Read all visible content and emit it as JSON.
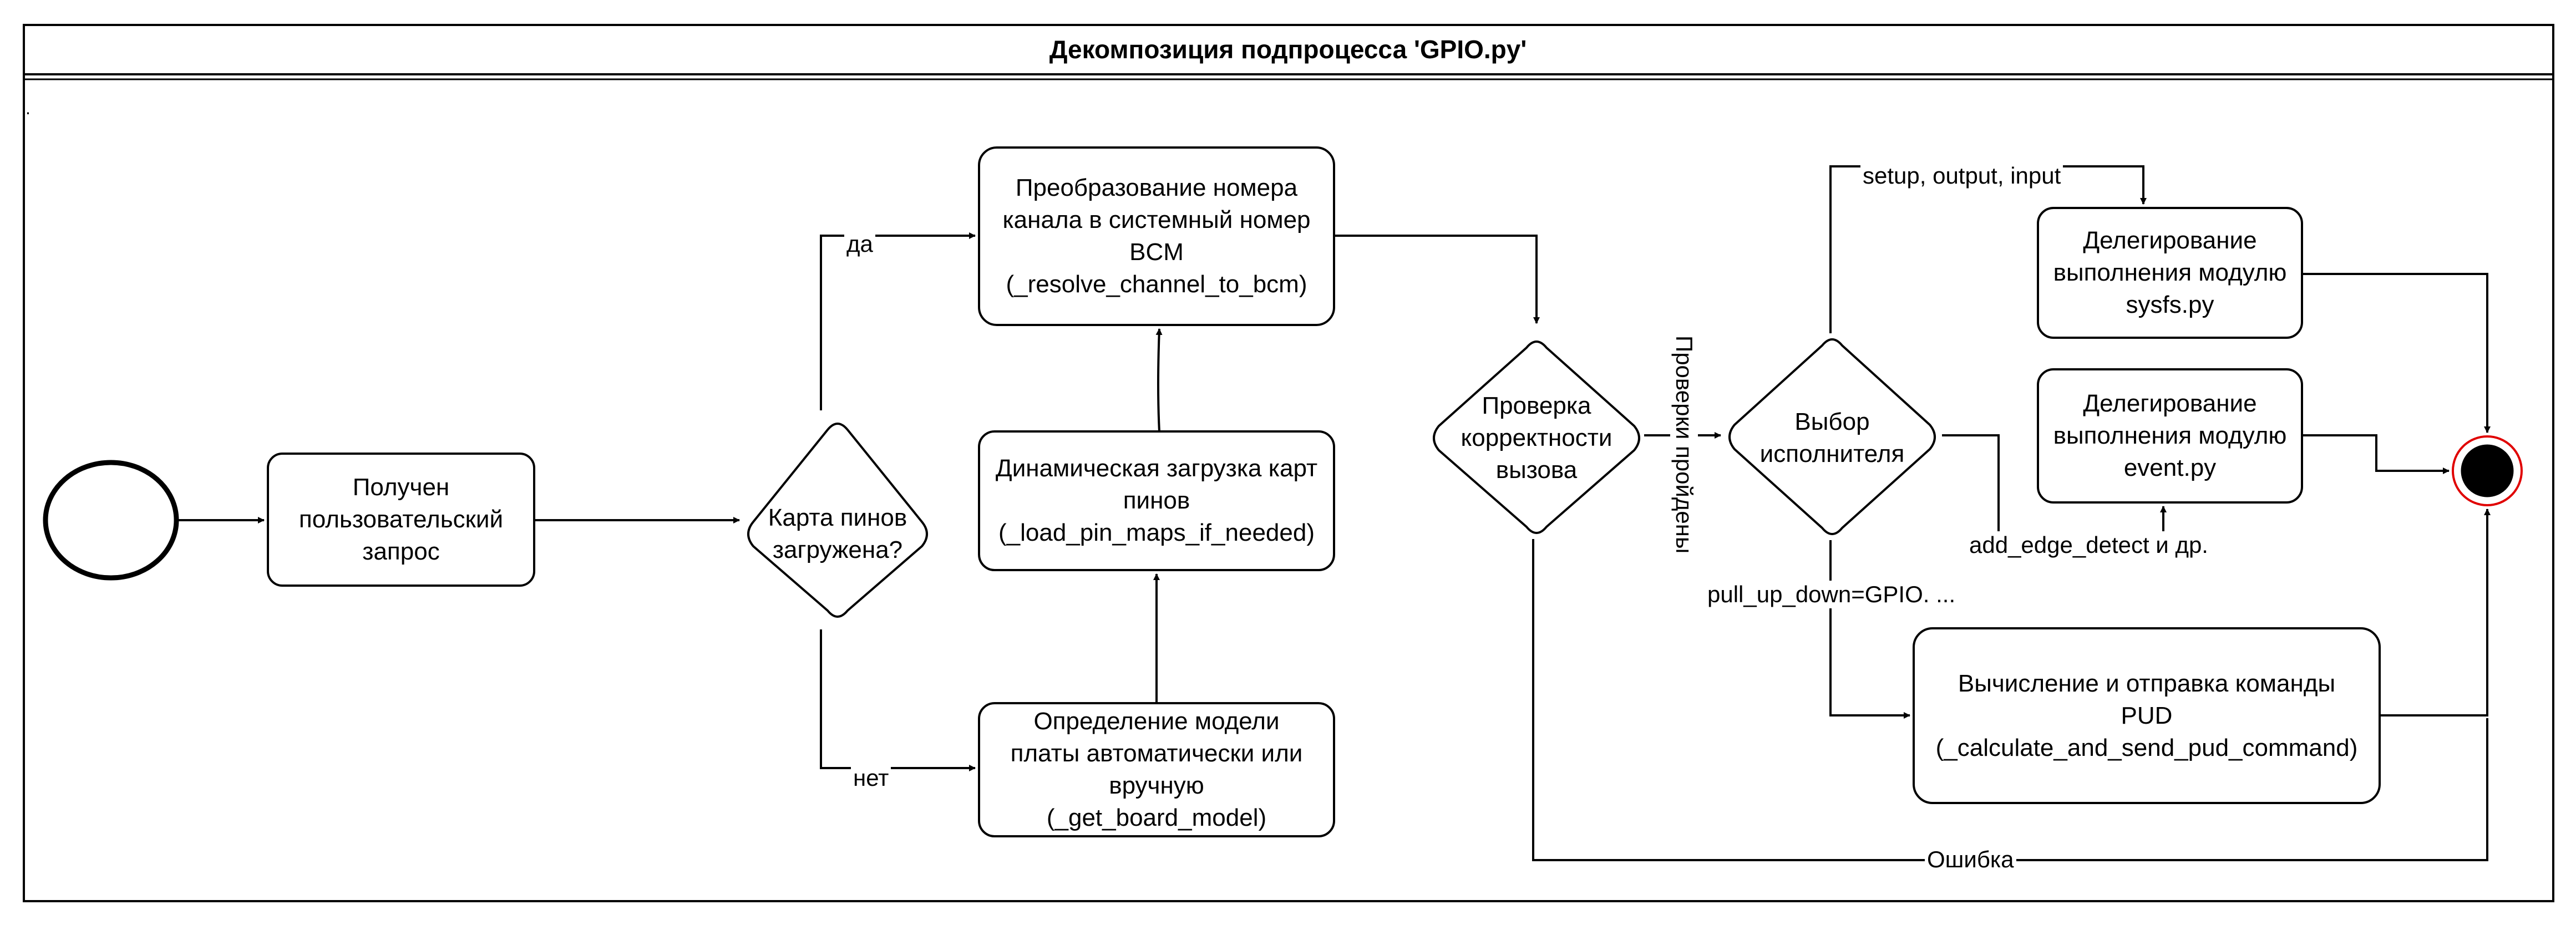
{
  "title": "Декомпозиция подпроцесса 'GPIO.py'",
  "stray_mark": ".",
  "nodes": {
    "received_request": "Получен\nпользовательский\nзапрос",
    "pin_map_loaded": "Карта пинов\nзагружена?",
    "resolve_channel": "Преобразование номера\nканала в системный номер\nBCM\n(_resolve_channel_to_bcm)",
    "load_pin_maps": "Динамическая загрузка карт\nпинов\n(_load_pin_maps_if_needed)",
    "board_model": "Определение модели\nплаты автоматически или\nвручную\n(_get_board_model)",
    "check_call": "Проверка\nкорректности\nвызова",
    "choose_executor": "Выбор\nисполнителя",
    "delegate_sysfs": "Делегирование\nвыполнения модулю\nsysfs.py",
    "delegate_event": "Делегирование\nвыполнения модулю\nevent.py",
    "pud_command": "Вычисление и отправка команды\nPUD\n(_calculate_and_send_pud_command)"
  },
  "edge_labels": {
    "yes": "да",
    "no": "нет",
    "checks_passed": "Проверки пройдены",
    "setup_output_input": "setup, output, input",
    "add_edge_detect": "add_edge_detect и др.",
    "pull_up_down": "pull_up_down=GPIO. ...",
    "error": "Ошибка"
  },
  "colors": {
    "stroke": "#000000",
    "end_ring": "#e00000",
    "end_fill": "#000000"
  }
}
